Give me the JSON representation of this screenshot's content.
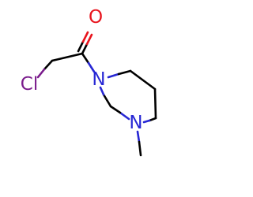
{
  "molecule": {
    "atoms": {
      "oxygen": {
        "symbol": "O",
        "color": "#e8141d"
      },
      "chlorine": {
        "symbol": "Cl",
        "color": "#7a1c8c"
      },
      "nitrogen_amide": {
        "symbol": "N",
        "color": "#2727d4"
      },
      "nitrogen_amine": {
        "symbol": "N",
        "color": "#2727d4"
      }
    },
    "bond_color": "#000000"
  }
}
